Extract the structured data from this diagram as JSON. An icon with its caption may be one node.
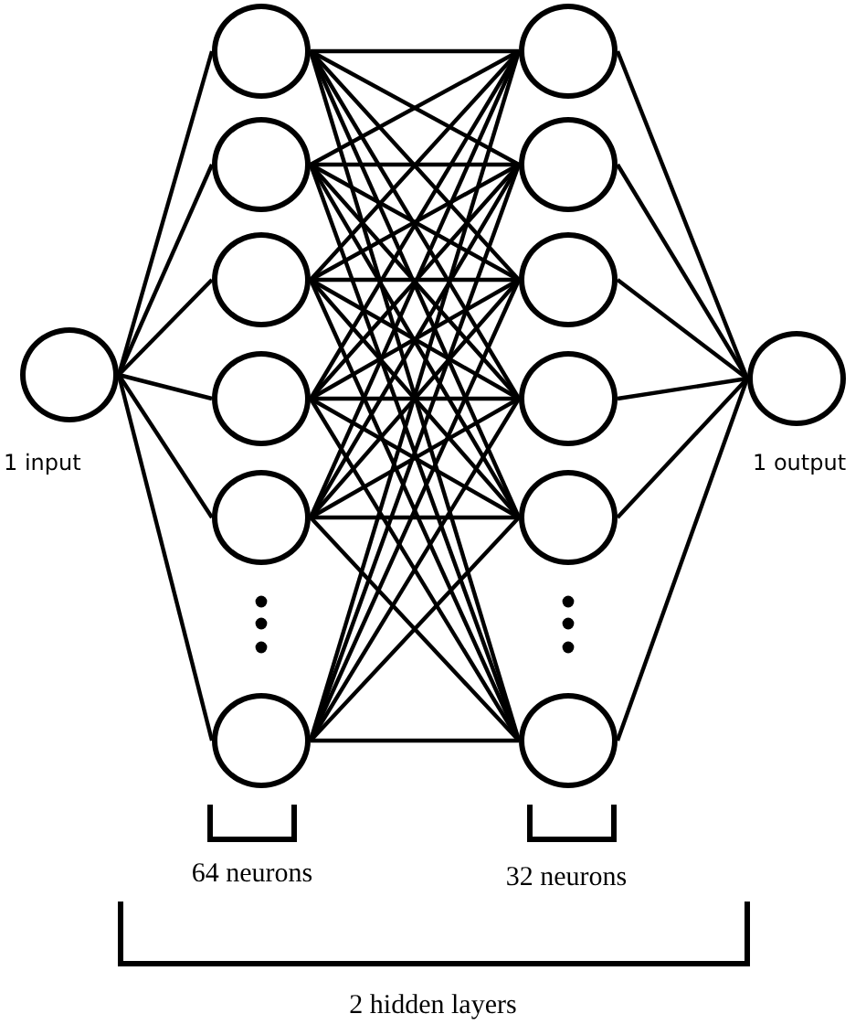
{
  "diagram": {
    "nodes": [
      {
        "text": [],
        "shape": "circle",
        "beside": [
          "1 input"
        ]
      },
      {
        "text": [],
        "shape": "circle"
      },
      {
        "text": [],
        "shape": "circle"
      },
      {
        "text": [],
        "shape": "circle"
      },
      {
        "text": [],
        "shape": "circle"
      },
      {
        "text": [],
        "shape": "circle"
      },
      {
        "text": [],
        "shape": "circle"
      },
      {
        "text": [],
        "shape": "circle"
      },
      {
        "text": [],
        "shape": "circle"
      },
      {
        "text": [],
        "shape": "circle"
      },
      {
        "text": [],
        "shape": "circle"
      },
      {
        "text": [],
        "shape": "circle"
      },
      {
        "text": [],
        "shape": "circle"
      },
      {
        "text": [],
        "shape": "circle",
        "beside": [
          "1 output"
        ]
      }
    ],
    "edges": [
      {
        "from": 0,
        "to": 1,
        "arrow": "none"
      },
      {
        "from": 0,
        "to": 2,
        "arrow": "none"
      },
      {
        "from": 0,
        "to": 3,
        "arrow": "none"
      },
      {
        "from": 0,
        "to": 4,
        "arrow": "none"
      },
      {
        "from": 0,
        "to": 5,
        "arrow": "none"
      },
      {
        "from": 0,
        "to": 6,
        "arrow": "none"
      },
      {
        "from": 1,
        "to": 7,
        "arrow": "none"
      },
      {
        "from": 1,
        "to": 8,
        "arrow": "none"
      },
      {
        "from": 1,
        "to": 9,
        "arrow": "none"
      },
      {
        "from": 1,
        "to": 10,
        "arrow": "none"
      },
      {
        "from": 1,
        "to": 11,
        "arrow": "none"
      },
      {
        "from": 1,
        "to": 12,
        "arrow": "none"
      },
      {
        "from": 2,
        "to": 7,
        "arrow": "none"
      },
      {
        "from": 2,
        "to": 8,
        "arrow": "none"
      },
      {
        "from": 2,
        "to": 9,
        "arrow": "none"
      },
      {
        "from": 2,
        "to": 10,
        "arrow": "none"
      },
      {
        "from": 2,
        "to": 11,
        "arrow": "none"
      },
      {
        "from": 2,
        "to": 12,
        "arrow": "none"
      },
      {
        "from": 3,
        "to": 7,
        "arrow": "none"
      },
      {
        "from": 3,
        "to": 8,
        "arrow": "none"
      },
      {
        "from": 3,
        "to": 9,
        "arrow": "none"
      },
      {
        "from": 3,
        "to": 10,
        "arrow": "none"
      },
      {
        "from": 3,
        "to": 11,
        "arrow": "none"
      },
      {
        "from": 3,
        "to": 12,
        "arrow": "none"
      },
      {
        "from": 4,
        "to": 7,
        "arrow": "none"
      },
      {
        "from": 4,
        "to": 8,
        "arrow": "none"
      },
      {
        "from": 4,
        "to": 9,
        "arrow": "none"
      },
      {
        "from": 4,
        "to": 10,
        "arrow": "none"
      },
      {
        "from": 4,
        "to": 11,
        "arrow": "none"
      },
      {
        "from": 4,
        "to": 12,
        "arrow": "none"
      },
      {
        "from": 5,
        "to": 7,
        "arrow": "none"
      },
      {
        "from": 5,
        "to": 8,
        "arrow": "none"
      },
      {
        "from": 5,
        "to": 9,
        "arrow": "none"
      },
      {
        "from": 5,
        "to": 10,
        "arrow": "none"
      },
      {
        "from": 5,
        "to": 11,
        "arrow": "none"
      },
      {
        "from": 5,
        "to": 12,
        "arrow": "none"
      },
      {
        "from": 6,
        "to": 7,
        "arrow": "none"
      },
      {
        "from": 6,
        "to": 8,
        "arrow": "none"
      },
      {
        "from": 6,
        "to": 9,
        "arrow": "none"
      },
      {
        "from": 6,
        "to": 10,
        "arrow": "none"
      },
      {
        "from": 6,
        "to": 11,
        "arrow": "none"
      },
      {
        "from": 6,
        "to": 12,
        "arrow": "none"
      },
      {
        "from": 7,
        "to": 13,
        "arrow": "none"
      },
      {
        "from": 8,
        "to": 13,
        "arrow": "none"
      },
      {
        "from": 9,
        "to": 13,
        "arrow": "none"
      },
      {
        "from": 10,
        "to": 13,
        "arrow": "none"
      },
      {
        "from": 11,
        "to": 13,
        "arrow": "none"
      },
      {
        "from": 12,
        "to": 13,
        "arrow": "none"
      }
    ],
    "labels": [
      "64 neurons",
      "32 neurons",
      "2 hidden layers"
    ]
  }
}
